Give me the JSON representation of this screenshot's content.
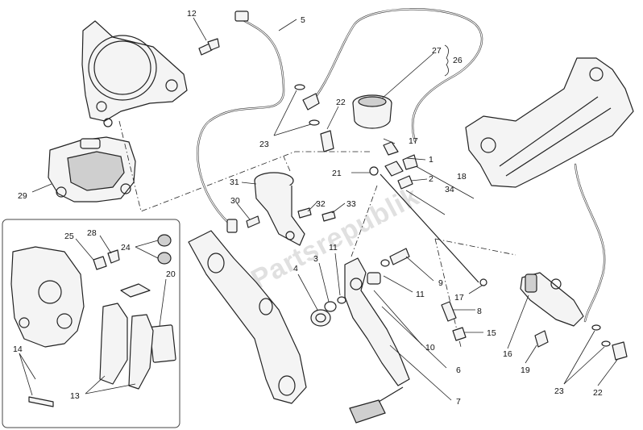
{
  "diagram": {
    "labels": [
      "12",
      "5",
      "27",
      "26",
      "22",
      "23",
      "17",
      "1",
      "2",
      "18",
      "21",
      "34",
      "31",
      "30",
      "32",
      "33",
      "29",
      "25",
      "28",
      "24",
      "20",
      "14",
      "13",
      "4",
      "3",
      "11",
      "11",
      "9",
      "17",
      "8",
      "15",
      "10",
      "6",
      "7",
      "16",
      "19",
      "23",
      "22"
    ],
    "watermark": "Partsrepublik"
  }
}
